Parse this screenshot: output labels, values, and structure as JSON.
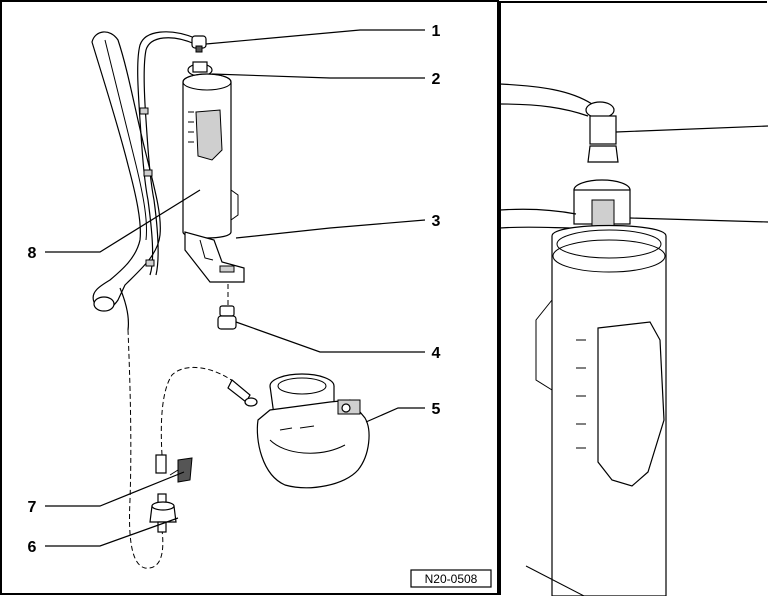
{
  "diagram": {
    "callouts": [
      "1",
      "2",
      "3",
      "4",
      "5",
      "6",
      "7",
      "8"
    ],
    "reference_code": "N20-0508"
  }
}
